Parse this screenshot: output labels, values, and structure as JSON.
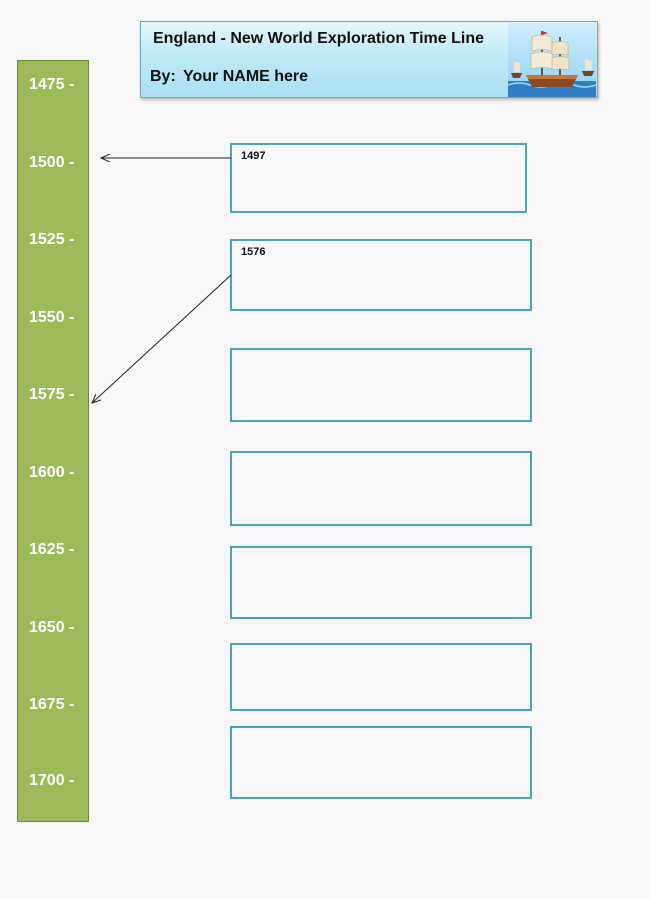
{
  "header": {
    "title": "England  - New World Exploration Time Line",
    "author_prefix": "By:",
    "author_name": "Your NAME here",
    "image": "sailing-ships-illustration"
  },
  "timeline": {
    "labels": [
      "1475 -",
      "1500 -",
      "1525 -",
      "1550 -",
      "1575 -",
      "1600 -",
      "1625 -",
      "1650 -",
      "1675 -",
      "1700 -"
    ],
    "color": "#9bbb59"
  },
  "events": [
    {
      "year": "1497"
    },
    {
      "year": "1576"
    },
    {
      "year": ""
    },
    {
      "year": ""
    },
    {
      "year": ""
    },
    {
      "year": ""
    },
    {
      "year": ""
    }
  ],
  "colors": {
    "event_border": "#4aa3bf",
    "header_bg": "#bde9f6",
    "background": "#f7f7f7"
  }
}
